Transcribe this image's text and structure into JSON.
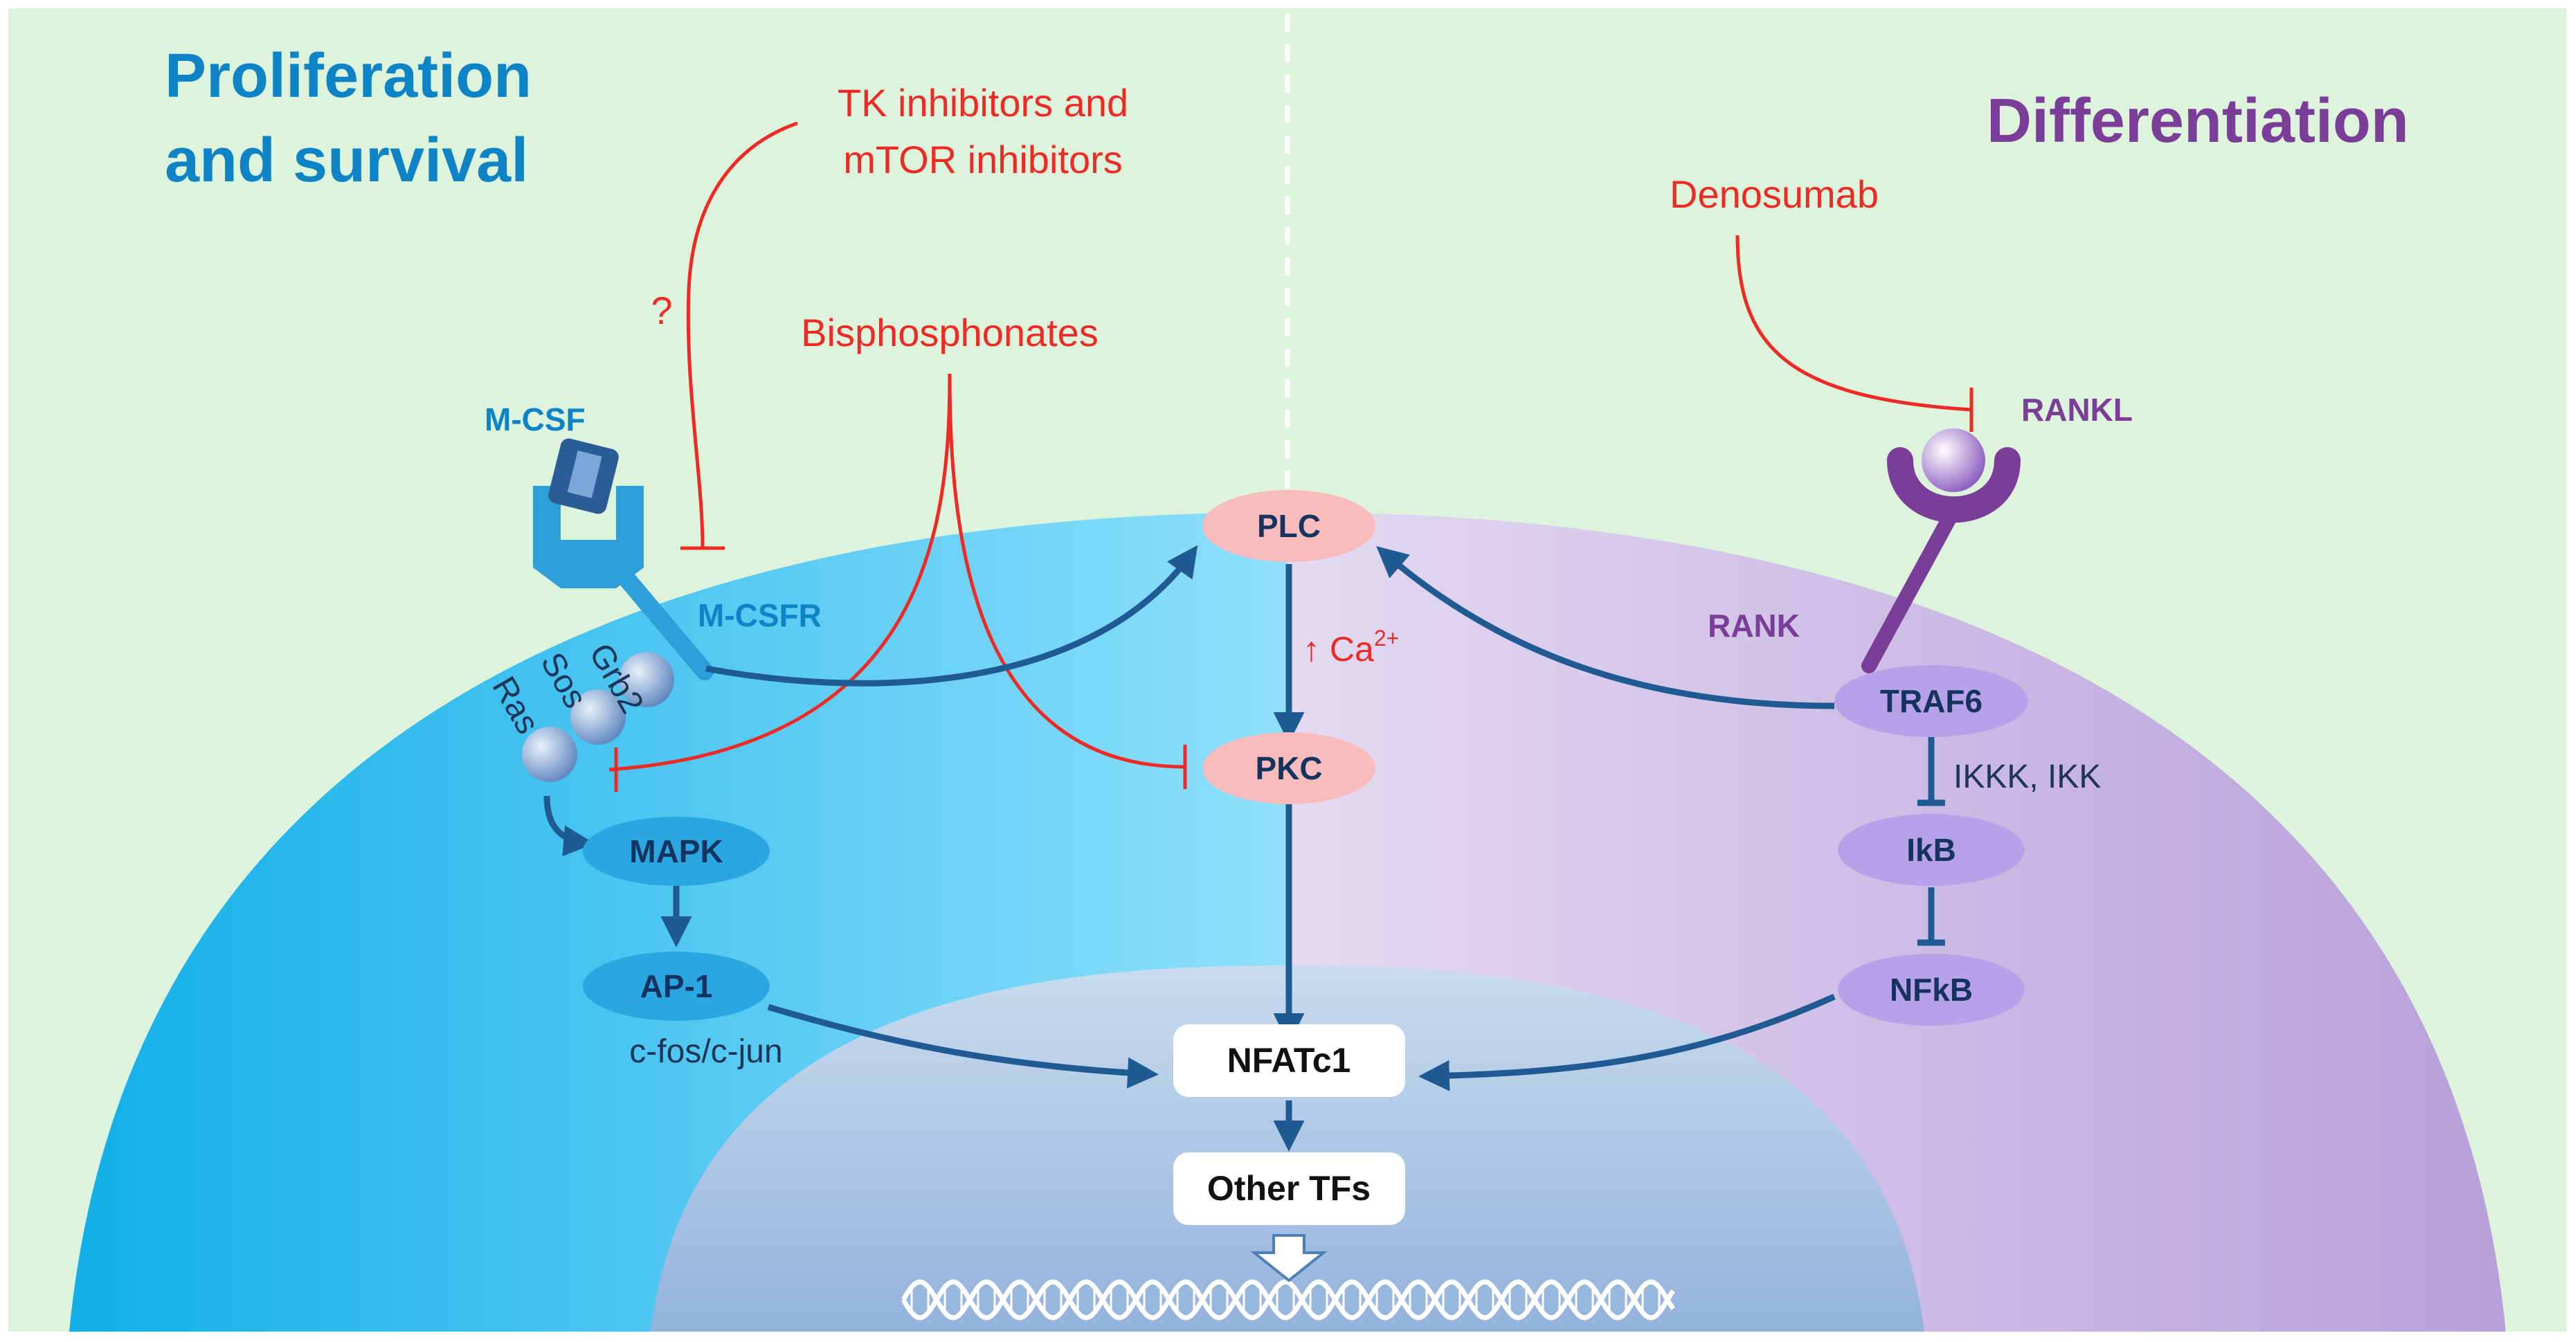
{
  "titles": {
    "left": [
      "Proliferation",
      "and survival"
    ],
    "right": "Differentiation"
  },
  "drugs": {
    "tk": [
      "TK inhibitors and",
      "mTOR inhibitors"
    ],
    "bisphosphonates": "Bisphosphonates",
    "denosumab": "Denosumab",
    "question": "?"
  },
  "receptors": {
    "mcsf": "M-CSF",
    "mcsfr": "M-CSFR",
    "rankl": "RANKL",
    "rank": "RANK"
  },
  "adaptors": [
    "Grb2",
    "Sos",
    "Ras"
  ],
  "nodes": {
    "plc": "PLC",
    "pkc": "PKC",
    "mapk": "MAPK",
    "ap1": "AP-1",
    "cfos": "c-fos/c-jun",
    "traf6": "TRAF6",
    "ikb": "IkB",
    "nfkb": "NFkB",
    "ikkk": "IKKK, IKK",
    "nfatc1": "NFATc1",
    "other_tfs": "Other TFs",
    "ca_arrow": "↑ Ca",
    "ca_sup": "2+"
  },
  "colors": {
    "background": "#ddf3dc",
    "cell_blue": "#33c4f2",
    "cell_purple": "#c7aee0",
    "nucleus": "#9dbbe0",
    "inhibitor_red": "#ee2a24",
    "pathway_navy": "#1f5a93",
    "title_blue": "#0e83c6",
    "title_purple": "#7a3e98",
    "plc_pkc_pink": "#f8bcbc",
    "mapk_blue": "#2aa6e0",
    "traf_purple": "#b7a2ea"
  }
}
